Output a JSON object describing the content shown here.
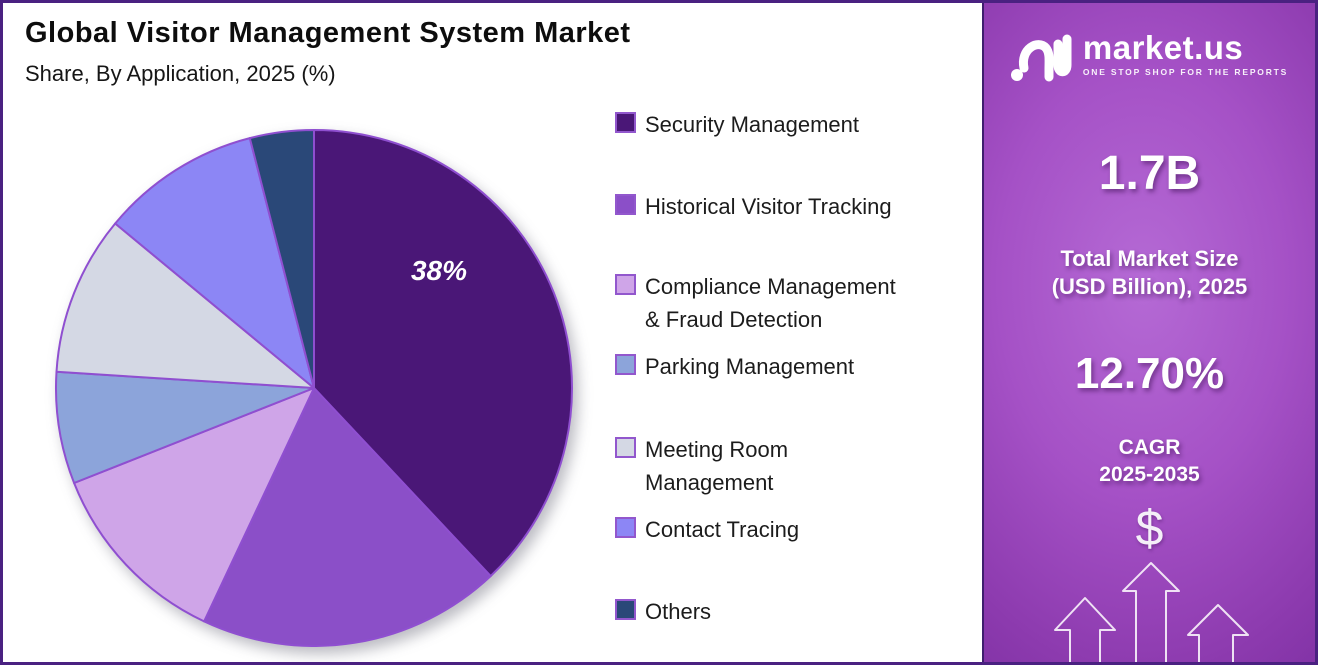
{
  "header": {
    "title": "Global Visitor Management System Market",
    "subtitle": "Share, By Application, 2025 (%)"
  },
  "chart_data": {
    "type": "pie",
    "title": "Global Visitor Management System Market Share, By Application, 2025 (%)",
    "unit": "%",
    "start_angle_deg": 0,
    "direction": "clockwise",
    "divider_color": "#8f4fd0",
    "series": [
      {
        "label": "Security Management",
        "value": 38,
        "color": "#4a1777",
        "data_label": "38%"
      },
      {
        "label": "Historical Visitor Tracking",
        "value": 19,
        "color": "#8b4fc8"
      },
      {
        "label": "Compliance Management & Fraud Detection",
        "value": 12,
        "color": "#cfa5e8"
      },
      {
        "label": "Parking Management",
        "value": 7,
        "color": "#8ca4da"
      },
      {
        "label": "Meeting Room Management",
        "value": 10,
        "color": "#d4d8e4"
      },
      {
        "label": "Contact Tracing",
        "value": 10,
        "color": "#8c86f5"
      },
      {
        "label": "Others",
        "value": 4,
        "color": "#2a4878"
      }
    ]
  },
  "legend": {
    "position": "right",
    "swatch_border_color": "#9257cd",
    "items": [
      {
        "lines": [
          "Security Management"
        ],
        "color": "#4a1777"
      },
      {
        "lines": [
          "Historical Visitor Tracking"
        ],
        "color": "#8b4fc8"
      },
      {
        "lines": [
          "Compliance Management",
          "& Fraud Detection"
        ],
        "color": "#cfa5e8"
      },
      {
        "lines": [
          "Parking Management"
        ],
        "color": "#8ca4da"
      },
      {
        "lines": [
          "Meeting Room",
          "Management"
        ],
        "color": "#d4d8e4"
      },
      {
        "lines": [
          "Contact Tracing"
        ],
        "color": "#8c86f5"
      },
      {
        "lines": [
          "Others"
        ],
        "color": "#2a4878"
      }
    ]
  },
  "sidebar": {
    "logo": {
      "brand": "market.us",
      "tagline": "ONE STOP SHOP FOR THE REPORTS"
    },
    "market_size_value": "1.7B",
    "market_size_label_lines": [
      "Total Market Size",
      "(USD Billion), 2025"
    ],
    "cagr_value": "12.70%",
    "cagr_label": "CAGR",
    "cagr_period": "2025-2035",
    "dollar_symbol": "$",
    "colors": {
      "background_top": "#73289a",
      "background_glow": "#b56ad5",
      "text": "#ffffff"
    }
  },
  "frame": {
    "border_color": "#4a2181",
    "background": "#ffffff"
  }
}
